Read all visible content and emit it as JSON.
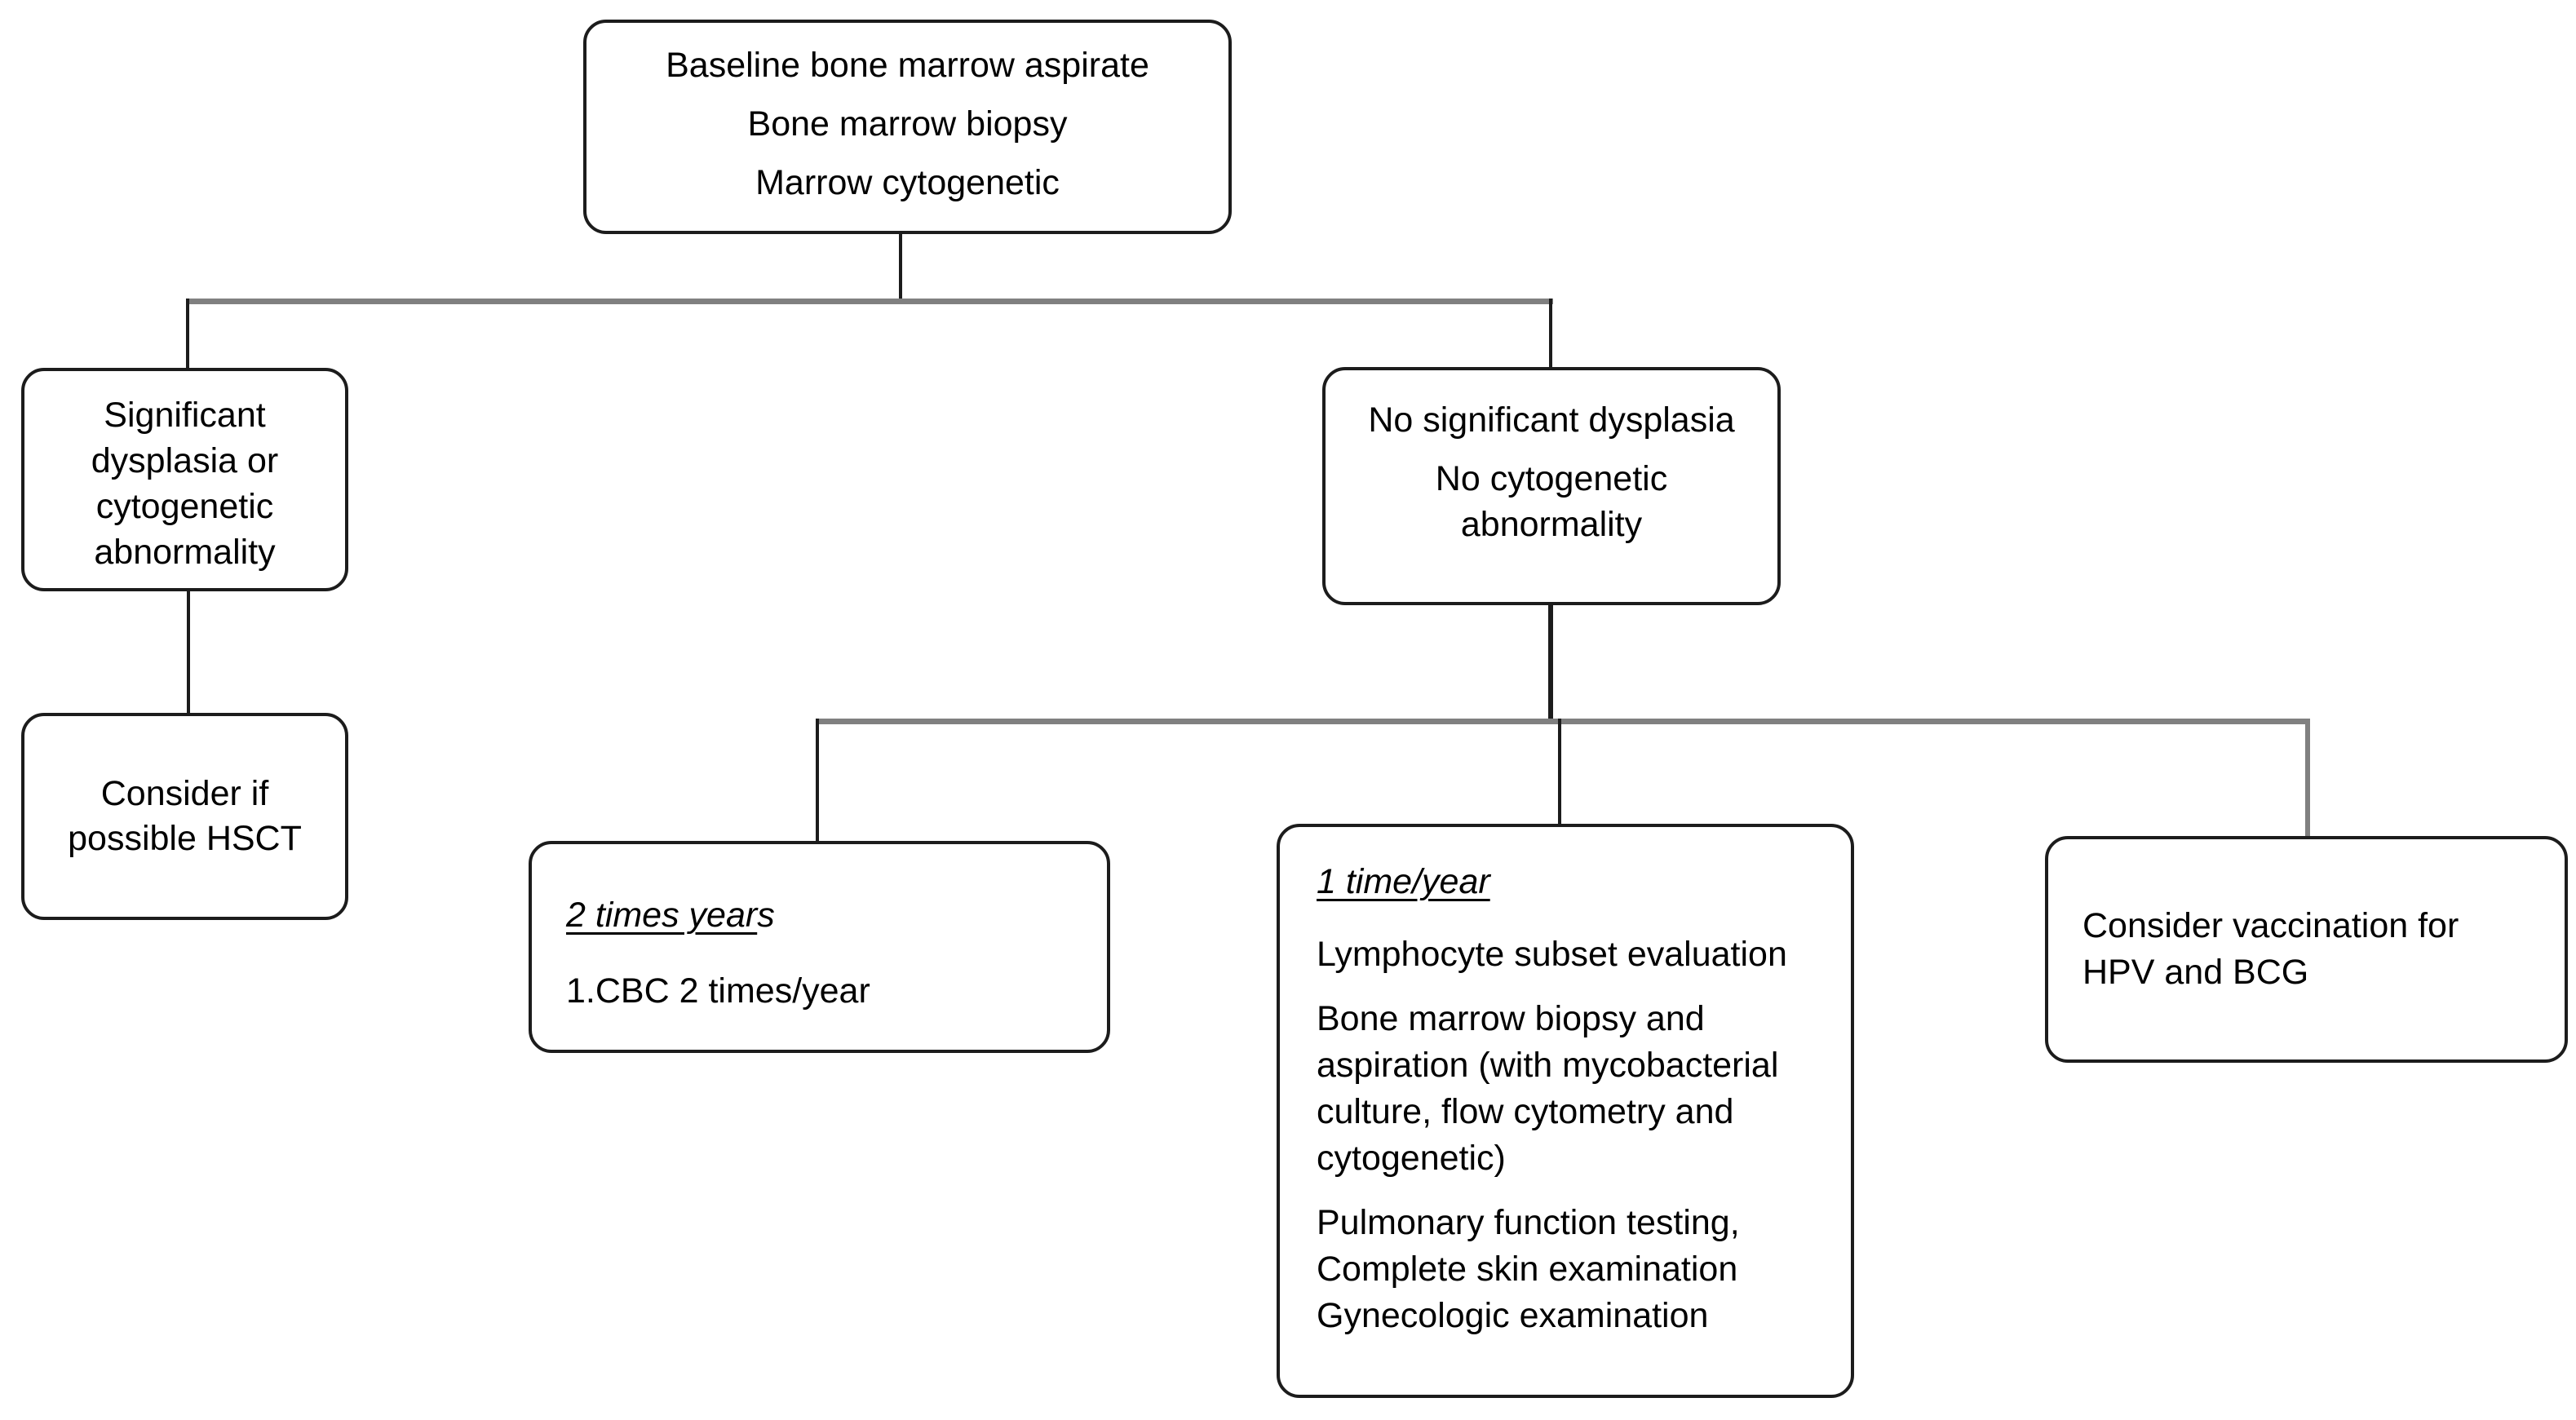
{
  "diagram": {
    "nodes": {
      "baseline": {
        "lines": [
          "Baseline bone marrow aspirate",
          "Bone marrow biopsy",
          "Marrow cytogenetic"
        ]
      },
      "significant_dysplasia": {
        "lines": [
          "Significant",
          "dysplasia or",
          "cytogenetic",
          "abnormality"
        ]
      },
      "consider_hsct": {
        "lines": [
          "Consider if",
          "possible HSCT"
        ]
      },
      "no_dysplasia": {
        "lines": [
          "No significant dysplasia",
          "No cytogenetic",
          "abnormality"
        ]
      },
      "two_times_year": {
        "heading_underlined": "2 times year",
        "heading_suffix": "s",
        "items": [
          [
            "1.CBC 2 times/year"
          ]
        ]
      },
      "one_time_year": {
        "heading": "1 time/year",
        "items": [
          [
            "Lymphocyte subset evaluation"
          ],
          [
            "Bone marrow biopsy and",
            "aspiration (with mycobacterial",
            "culture, flow cytometry and",
            "cytogenetic)"
          ],
          [
            "Pulmonary function testing,",
            "Complete skin examination",
            "Gynecologic examination"
          ]
        ]
      },
      "vaccination": {
        "lines": [
          "Consider vaccination for",
          "HPV and BCG"
        ]
      }
    },
    "colors": {
      "background": "#ffffff",
      "box_border": "#1c1c1c",
      "text": "#000000",
      "connector_primary": "#808080",
      "connector_secondary": "#1c1c1c"
    }
  }
}
